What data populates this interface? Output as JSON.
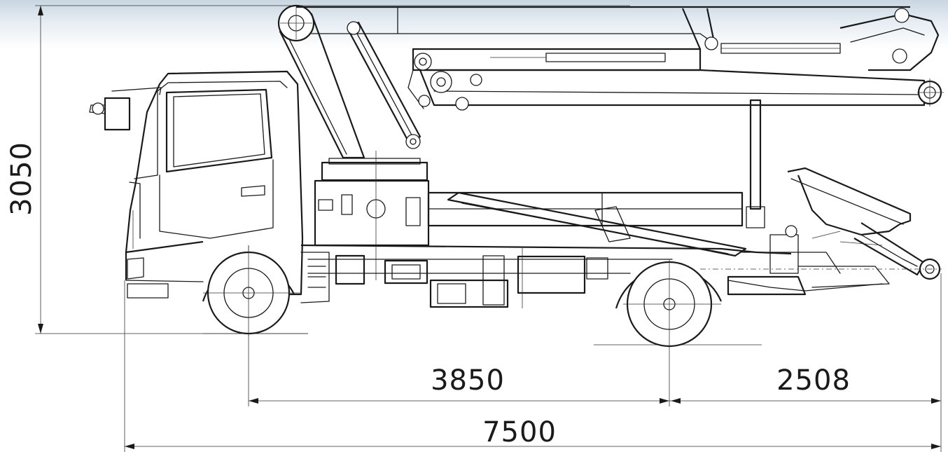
{
  "dimensions": {
    "height": "3050",
    "wheelbase": "3850",
    "rear_overhang": "2508",
    "overall_length": "7500"
  },
  "colors": {
    "line": "#1a1a1a",
    "background": "#ffffff",
    "sky_wash": "#c9d6e2"
  }
}
